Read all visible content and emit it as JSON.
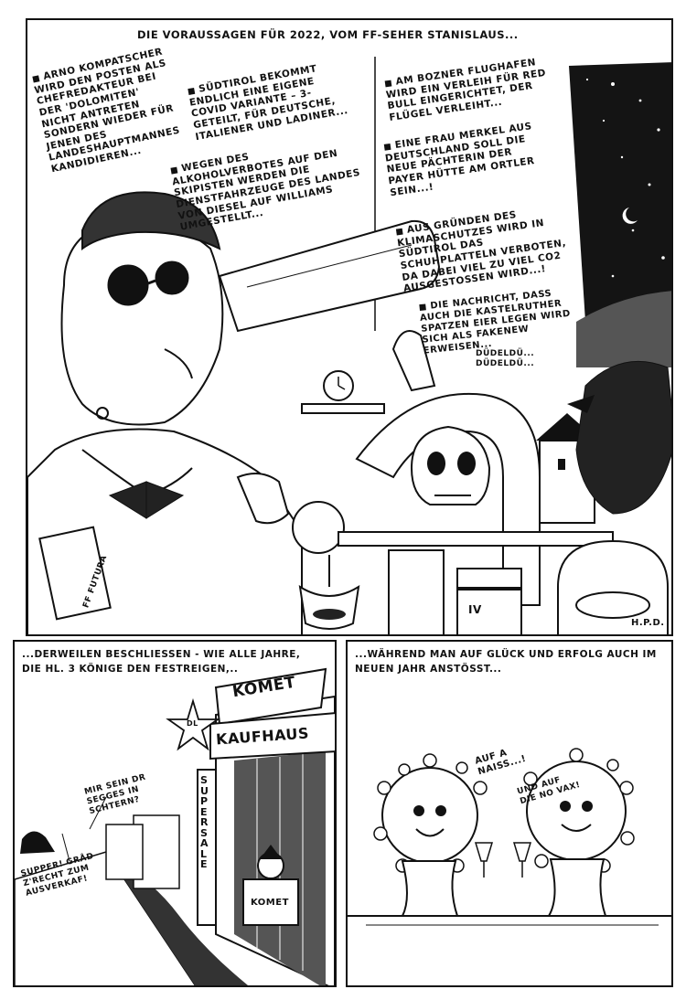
{
  "panel_top": {
    "caption": "DIE VORAUSSAGEN FÜR 2022, VOM FF-SEHER STANISLAUS...",
    "prophecies_left": [
      "ARNO KOMPATSCHER WIRD DEN POSTEN ALS CHEFREDAKTEUR BEI DER 'DOLOMITEN' NICHT ANTRETEN SONDERN WIEDER FÜR JENEN DES LANDESHAUPTMANNES KANDIDIEREN...",
      "SÜDTIROL BEKOMMT ENDLICH EINE EIGENE COVID VARIANTE – 3-GETEILT, FÜR DEUTSCHE, ITALIENER UND LADINER...",
      "WEGEN DES ALKOHOLVERBOTES AUF DEN SKIPISTEN WERDEN DIE DIENSTFAHRZEUGE DES LANDES VON DIESEL AUF WILLIAMS UMGESTELLT..."
    ],
    "prophecies_right": [
      "AM BOZNER FLUGHAFEN WIRD EIN VERLEIH FÜR RED BULL EINGERICHTET, DER FLÜGEL VERLEIHT...",
      "EINE FRAU MERKEL AUS DEUTSCHLAND SOLL DIE NEUE PÄCHTERIN DER PAYER HÜTTE AM ORTLER SEIN...!",
      "AUS GRÜNDEN DES KLIMASCHUTZES WIRD IN SÜDTIROL DAS SCHUHPLATTELN VERBOTEN, DA DABEI VIEL ZU VIEL CO2 AUSGESTOSSEN WIRD...!",
      "DIE NACHRICHT, DASS AUCH DIE KASTELRUTHER SPATZEN EIER LEGEN WIRD SICH ALS FAKENEW ERWEISEN..."
    ],
    "bird_sound": "DÜDELDÜ... DÜDELDÜ...",
    "sleeve_text": "FF FUTURA",
    "book_text": "IV",
    "signature": "H.P.D."
  },
  "panel_bottom_left": {
    "caption_line1": "...DERWEILEN BESCHLIESSEN - WIE ALLE JAHRE,",
    "caption_line2": "DIE HL. 3 KÖNIGE DEN FESTREIGEN,..",
    "sign_komet": "KOMET",
    "sign_kaufhaus": "KAUFHAUS",
    "banner_vertical": "SUPER SALE",
    "booth_sign": "KOMET",
    "star_label": "DL",
    "speech_1": "MIR SEIN DR SEGGES IN SCHTERN?",
    "speech_2": "SUPPER! GRÅD Z'RECHT ZUM AUSVERKAF!"
  },
  "panel_bottom_right": {
    "caption_line1": "...WÄHREND MAN AUF GLÜCK UND ERFOLG AUCH IM",
    "caption_line2": "NEUEN JAHR ANSTÖSST...",
    "speech_1": "AUF A NAISS...!",
    "speech_2": "UND AUF DIE NO VAX!"
  }
}
